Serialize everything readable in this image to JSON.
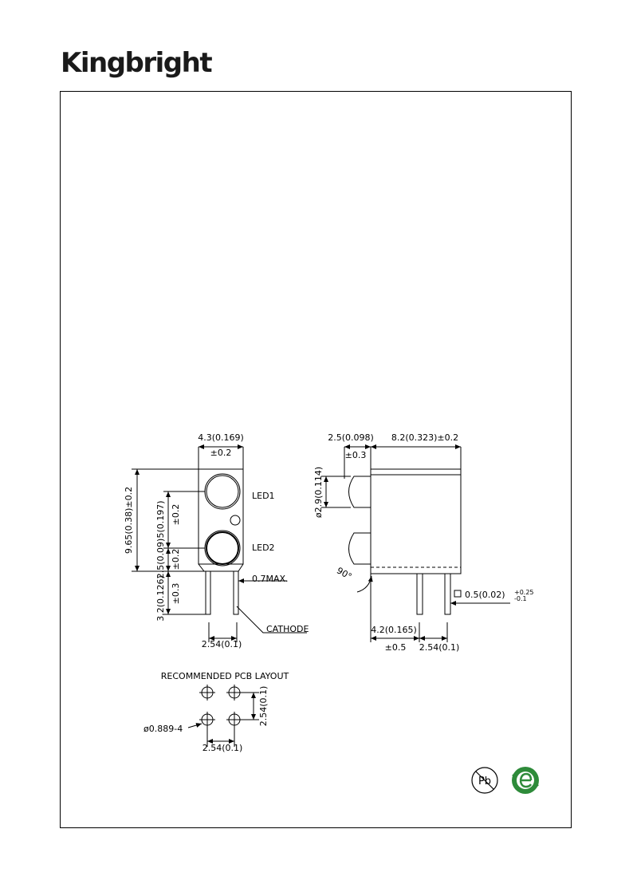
{
  "brand": {
    "name": "Kingbright"
  },
  "front_view": {
    "width_dim": "4.3(0.169)",
    "width_tol": "±0.2",
    "height_dim": "9.65(0.38)±0.2",
    "led_pitch_dim": "5(0.197)",
    "led_pitch_tol": "±0.2",
    "lower_dim": "2.5(0.09)",
    "lower_tol": "±0.2",
    "standoff_dim": "3.2(0.126)",
    "standoff_tol": "±0.3",
    "lead_max": "0.7MAX.",
    "cathode": "CATHODE",
    "pitch": "2.54(0.1)",
    "led1": "LED1",
    "led2": "LED2"
  },
  "side_view": {
    "lens_dim": "2.5(0.098)",
    "lens_tol": "±0.3",
    "length_dim": "8.2(0.323)±0.2",
    "diameter_dim": "ø2.9(0.114)",
    "angle": "90°",
    "lead_square": "0.5(0.02)",
    "lead_tol_plus": "+0.25",
    "lead_tol_minus": "-0.1",
    "lead_offset_dim": "4.2(0.165)",
    "lead_offset_tol": "±0.5",
    "pitch": "2.54(0.1)"
  },
  "pcb_layout": {
    "title": "RECOMMENDED  PCB  LAYOUT",
    "hole_dim": "ø0.889-4",
    "vertical_pitch": "2.54(0.1)",
    "horizontal_pitch": "2.54(0.1)"
  },
  "marks": {
    "pb_free": "Pb",
    "rohs_icon": "rohs-e-icon",
    "pb_icon": "pb-free-icon"
  },
  "colors": {
    "line": "#000000",
    "rohs_green": "#2e8b3a"
  }
}
